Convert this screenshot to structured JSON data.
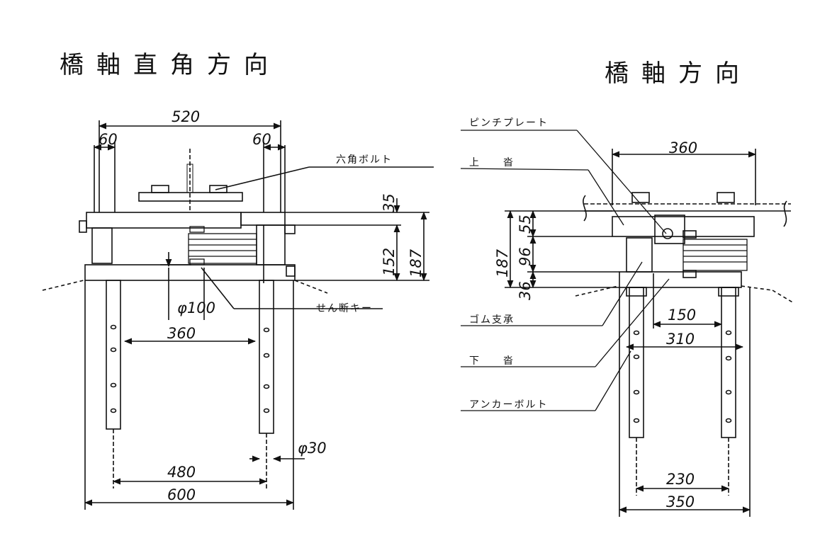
{
  "titles": {
    "transverse": "橋軸直角方向",
    "longitudinal": "橋軸方向"
  },
  "left_view": {
    "dims": {
      "overall_top": "520",
      "edge_left": "60",
      "edge_right": "60",
      "h_top": "35",
      "h_mid": "152",
      "h_total": "187",
      "key_dia": "φ100",
      "key_span": "360",
      "bolt_dia": "φ30",
      "bolt_span": "480",
      "base_width": "600"
    },
    "labels": {
      "hex_bolt": "六角ボルト",
      "shear_key": "せん断キー"
    }
  },
  "right_view": {
    "dims": {
      "top_width": "360",
      "h_total": "187",
      "h_top": "55",
      "h_mid": "96",
      "h_bottom": "36",
      "w_150": "150",
      "w_310": "310",
      "bolt_span": "230",
      "base_width": "350"
    },
    "labels": {
      "pin_plate": "ピンチプレート",
      "upper_shoe": "上　　沓",
      "rubber_bearing": "ゴム支承",
      "lower_shoe": "下　　沓",
      "anchor_bolt": "アンカーボルト"
    }
  }
}
